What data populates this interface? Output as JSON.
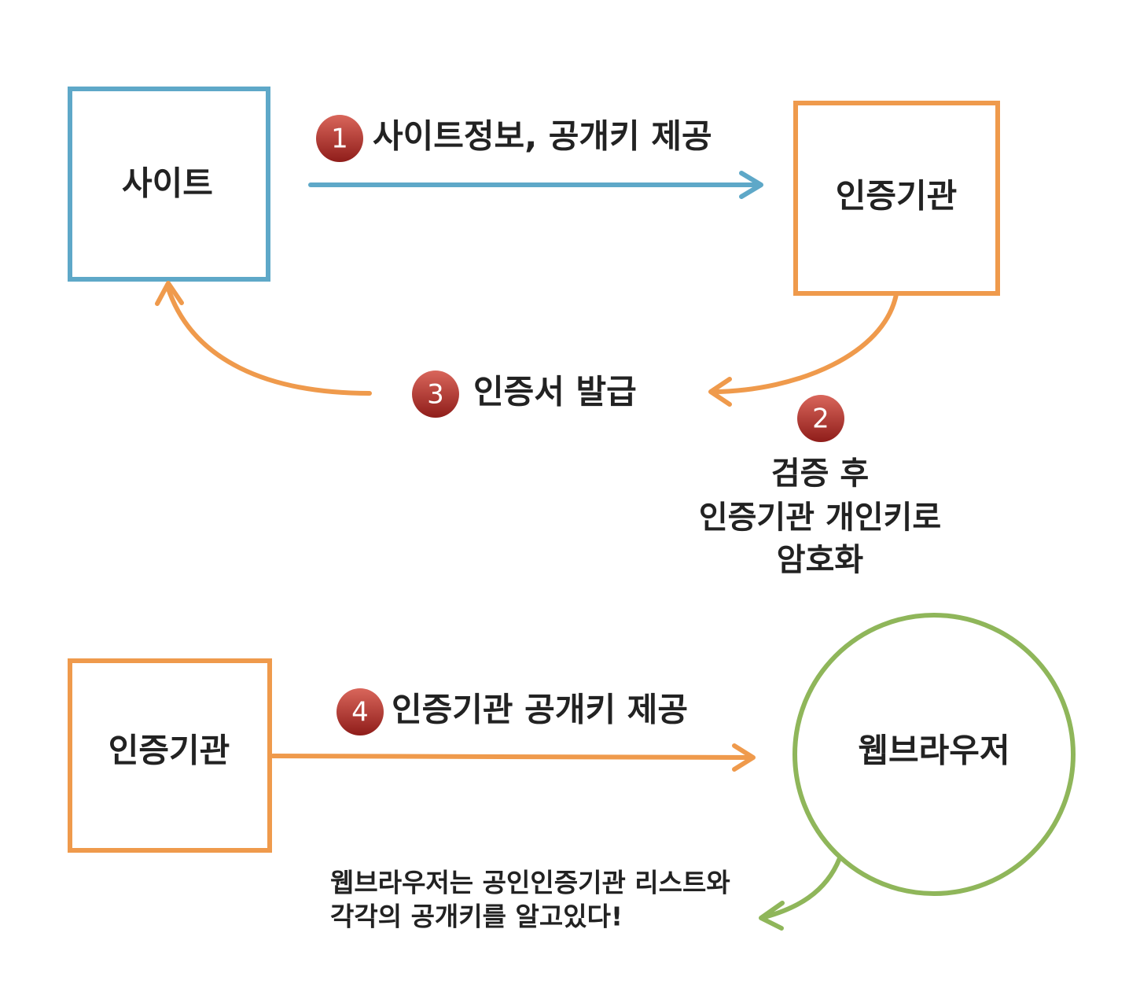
{
  "colors": {
    "blue": "#5ea8c8",
    "orange": "#ef9a4c",
    "green": "#8fb65a",
    "badge": "#a92a23",
    "text": "#222222"
  },
  "nodes": {
    "site": "사이트",
    "ca_top": "인증기관",
    "ca_bottom": "인증기관",
    "browser": "웹브라우저"
  },
  "steps": [
    {
      "number": "1",
      "label": "사이트정보, 공개키 제공"
    },
    {
      "number": "2",
      "lines": [
        "검증 후",
        "인증기관 개인키로",
        "암호화"
      ]
    },
    {
      "number": "3",
      "label": "인증서 발급"
    },
    {
      "number": "4",
      "label": "인증기관 공개키 제공"
    }
  ],
  "browser_note": {
    "lines": [
      "웹브라우저는 공인인증기관 리스트와",
      "각각의 공개키를 알고있다!"
    ]
  }
}
